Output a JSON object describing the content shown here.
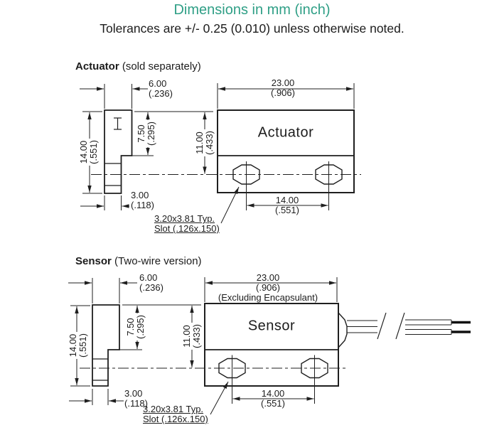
{
  "page": {
    "title": "Dimensions in mm (inch)",
    "subtitle": "Tolerances are +/- 0.25 (0.010) unless otherwise noted.",
    "accent_color": "#2f9f86",
    "line_color": "#1f1f1f"
  },
  "actuator": {
    "heading": "Actuator",
    "heading_note": "(sold separately)",
    "body_label": "Actuator",
    "dims": {
      "width": {
        "mm": "6.00",
        "inch": "(.236)"
      },
      "length": {
        "mm": "23.00",
        "inch": "(.906)"
      },
      "height": {
        "mm": "14.00",
        "inch": "(.551)"
      },
      "upper_height": {
        "mm": "7.50",
        "inch": "(.295)"
      },
      "center_height": {
        "mm": "11.00",
        "inch": "(.433)"
      },
      "foot_width": {
        "mm": "3.00",
        "inch": "(.118)"
      },
      "slot_spacing": {
        "mm": "14.00",
        "inch": "(.551)"
      }
    },
    "slot_note": {
      "line1": "3.20x3.81 Typ.",
      "line2": "Slot (.126x.150)"
    }
  },
  "sensor": {
    "heading": "Sensor",
    "heading_note": "(Two-wire version)",
    "body_label": "Sensor",
    "dims": {
      "width": {
        "mm": "6.00",
        "inch": "(.236)"
      },
      "length": {
        "mm": "23.00",
        "inch": "(.906)",
        "note": "(Excluding Encapsulant)"
      },
      "height": {
        "mm": "14.00",
        "inch": "(.551)"
      },
      "upper_height": {
        "mm": "7.50",
        "inch": "(.295)"
      },
      "center_height": {
        "mm": "11.00",
        "inch": "(.433)"
      },
      "foot_width": {
        "mm": "3.00",
        "inch": "(.118)"
      },
      "slot_spacing": {
        "mm": "14.00",
        "inch": "(.551)"
      }
    },
    "slot_note": {
      "line1": "3.20x3.81 Typ.",
      "line2": "Slot (.126x.150)"
    }
  }
}
